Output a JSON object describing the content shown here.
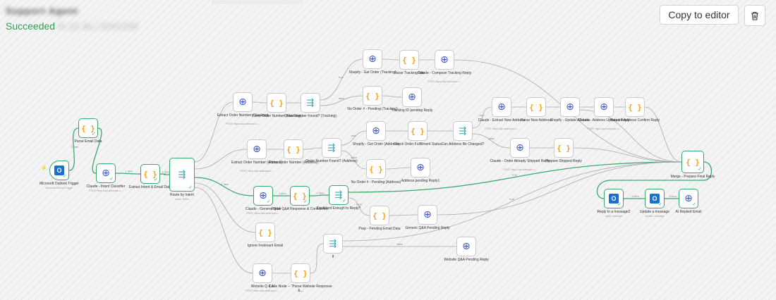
{
  "header": {
    "workflow_name": "Support Agent",
    "status": "Succeeded",
    "status_detail": "in 12.4s | ID#1234",
    "copy_button_label": "Copy to editor",
    "delete_icon": "trash-icon"
  },
  "colors": {
    "success": "#2e9b56",
    "active_edge": "#39a96b",
    "globe": "#3b55c4",
    "code": "#f2a21d",
    "route": "#3aaab8",
    "outlook": "#1a6fcf"
  },
  "nodes": [
    {
      "id": "outlook_trigger",
      "type": "outlook",
      "label": "Microsoft Outlook Trigger",
      "sub": "Microsoft Outlook Trigger",
      "green": true
    },
    {
      "id": "parse_email",
      "type": "code",
      "label": "Parse Email Data",
      "sub": "",
      "green": true
    },
    {
      "id": "intent_classifier",
      "type": "globe",
      "label": "Claude - Intent Classifier",
      "sub": "POST: https://api.anthropic.c...",
      "green": true
    },
    {
      "id": "extract_intent",
      "type": "code",
      "label": "Extract Intent & Email Data",
      "sub": "",
      "green": true
    },
    {
      "id": "route_intent",
      "type": "route",
      "label": "Route by Intent",
      "sub": "mode: Rules",
      "green": true
    },
    {
      "id": "extract_order_tracking",
      "type": "globe",
      "label": "Extract Order Number (Tracking)",
      "sub": "POST: https://api.anthropic.c...",
      "green": false
    },
    {
      "id": "parse_order_tracking",
      "type": "code",
      "label": "Parse Order Number (Tracking)",
      "sub": "",
      "green": false
    },
    {
      "id": "order_found_tracking",
      "type": "route",
      "label": "Order Number Found? (Tracking)",
      "sub": "",
      "green": false
    },
    {
      "id": "shopify_get_tracking",
      "type": "globe",
      "label": "Shopify - Get Order (Tracking)",
      "sub": "",
      "green": false
    },
    {
      "id": "parse_tracking_info",
      "type": "code",
      "label": "Parse Tracking Info",
      "sub": "",
      "green": false
    },
    {
      "id": "claude_tracking_reply",
      "type": "globe",
      "label": "Claude - Compose Tracking Reply",
      "sub": "POST: https://api.anthropic.c...",
      "green": false
    },
    {
      "id": "no_order_tracking",
      "type": "code",
      "label": "No Order # - Pending (Tracking)",
      "sub": "",
      "green": false
    },
    {
      "id": "tracking_pending_reply",
      "type": "globe",
      "label": "Tracking ID pending Reply",
      "sub": "",
      "green": false
    },
    {
      "id": "extract_order_address",
      "type": "globe",
      "label": "Extract Order Number (Address)",
      "sub": "POST: https://api.anthropic.c...",
      "green": false
    },
    {
      "id": "parse_order_address",
      "type": "code",
      "label": "Parse Order Number (Address)",
      "sub": "",
      "green": false
    },
    {
      "id": "order_found_address",
      "type": "route",
      "label": "Order Number Found? (Address)",
      "sub": "",
      "green": false
    },
    {
      "id": "shopify_get_address",
      "type": "globe",
      "label": "Shopify - Get Order (Address)",
      "sub": "",
      "green": false
    },
    {
      "id": "check_fulfillment",
      "type": "code",
      "label": "Check Order Fulfillment Status",
      "sub": "",
      "green": false
    },
    {
      "id": "can_address_change",
      "type": "route",
      "label": "Can Address Be Changed?",
      "sub": "",
      "green": false
    },
    {
      "id": "no_order_address",
      "type": "code",
      "label": "No Order # - Pending (Address)",
      "sub": "",
      "green": false
    },
    {
      "id": "address_pending_reply",
      "type": "globe",
      "label": "Address pending Reply1",
      "sub": "",
      "green": false
    },
    {
      "id": "claude_extract_new_address",
      "type": "globe",
      "label": "Claude - Extract New Address",
      "sub": "POST: https://api.anthropic.c...",
      "green": false
    },
    {
      "id": "parse_new_address",
      "type": "code",
      "label": "Parse New Address",
      "sub": "",
      "green": false
    },
    {
      "id": "shopify_update_address",
      "type": "globe",
      "label": "Shopify - Update Address",
      "sub": "",
      "green": false
    },
    {
      "id": "claude_address_updated",
      "type": "globe",
      "label": "Claude - Address Updated Reply",
      "sub": "POST: https://api.anthropic.c...",
      "green": false
    },
    {
      "id": "prepare_address_confirm",
      "type": "code",
      "label": "Prepare Address Confirm Reply",
      "sub": "",
      "green": false
    },
    {
      "id": "claude_order_shipped",
      "type": "globe",
      "label": "Claude - Order Already Shipped Reply",
      "sub": "POST: https://api.anthropic.c...",
      "green": false
    },
    {
      "id": "prepare_shipped_reply",
      "type": "code",
      "label": "Prepare Shipped Reply",
      "sub": "",
      "green": false
    },
    {
      "id": "claude_general_qa",
      "type": "globe",
      "label": "Claude - General Q&A",
      "sub": "POST: https://api.anthropic.c...",
      "green": true
    },
    {
      "id": "parse_qa_response",
      "type": "code",
      "label": "Parse Q&A Response & Confidence",
      "sub": "",
      "green": true
    },
    {
      "id": "confident_enough",
      "type": "route",
      "label": "Confident Enough to Reply?",
      "sub": "",
      "green": true
    },
    {
      "id": "prep_pending_email",
      "type": "code",
      "label": "Prep - Pending Email Data",
      "sub": "",
      "green": false
    },
    {
      "id": "generic_qa_pending",
      "type": "globe",
      "label": "Generic Q&A Pending Reply",
      "sub": "",
      "green": false
    },
    {
      "id": "ignore_irrelevant",
      "type": "code",
      "label": "Ignore Irrelevant Email",
      "sub": "",
      "green": false
    },
    {
      "id": "if_node",
      "type": "route",
      "label": "If",
      "sub": "",
      "green": false
    },
    {
      "id": "website_qa_pending",
      "type": "globe",
      "label": "Website Q&A Pending Reply",
      "sub": "",
      "green": false
    },
    {
      "id": "website_qa",
      "type": "globe",
      "label": "Website Q & A",
      "sub": "POST: https://api.anthropic.c...",
      "green": false
    },
    {
      "id": "code_parse_website",
      "type": "code",
      "label": "Code Node -- \"Parse Website Response &...",
      "sub": "",
      "green": false
    },
    {
      "id": "merge_final_reply",
      "type": "code",
      "label": "Merge - Prepare Final Reply",
      "sub": "",
      "green": true
    },
    {
      "id": "reply_message2",
      "type": "outlook",
      "label": "Reply to a message2",
      "sub": "reply: message",
      "green": true
    },
    {
      "id": "update_message",
      "type": "outlook",
      "label": "Update a message",
      "sub": "update: message",
      "green": true
    },
    {
      "id": "ai_replied_email",
      "type": "globe",
      "label": "AI Replied Email",
      "sub": "",
      "green": true
    }
  ],
  "edge_labels": {
    "item": "1 item",
    "true": "true",
    "false": "false"
  }
}
